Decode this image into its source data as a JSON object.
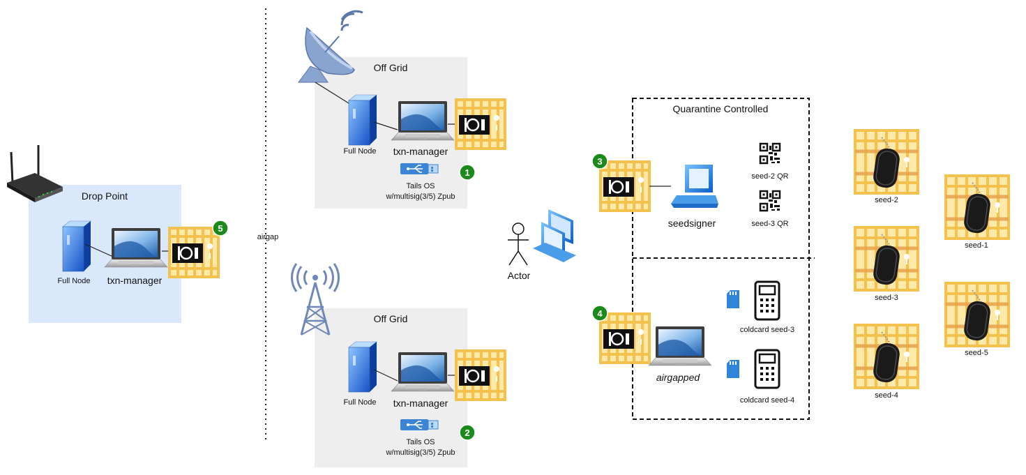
{
  "drop_point": {
    "title": "Drop Point",
    "full_node": "Full Node",
    "txn_manager": "txn-manager",
    "badge": "5"
  },
  "airgap": {
    "label": "airgap"
  },
  "off_grid_1": {
    "title": "Off Grid",
    "full_node": "Full Node",
    "txn_manager": "txn-manager",
    "tails_line1": "Tails OS",
    "tails_line2": "w/multisig(3/5) Zpub",
    "badge": "1"
  },
  "off_grid_2": {
    "title": "Off Grid",
    "full_node": "Full Node",
    "txn_manager": "txn-manager",
    "tails_line1": "Tails OS",
    "tails_line2": "w/multisig(3/5) Zpub",
    "badge": "2"
  },
  "actor": {
    "label": "Actor"
  },
  "quarantine": {
    "title": "Quarantine Controlled",
    "badge_3": "3",
    "seedsigner": "seedsigner",
    "seed2_qr": "seed-2 QR",
    "seed3_qr": "seed-3 QR",
    "badge_4": "4",
    "airgapped": "airgapped",
    "coldcard_seed3": "coldcard seed-3",
    "coldcard_seed4": "coldcard seed-4"
  },
  "seeds": {
    "seed1": "seed-1",
    "seed2": "seed-2",
    "seed3": "seed-3",
    "seed4": "seed-4",
    "seed5": "seed-5"
  },
  "colors": {
    "drop_point_bg": "#dae8fc",
    "off_grid_bg": "#eeeeee",
    "vault": "#ffd966",
    "vault_bars": "#f5c95a",
    "badge": "#1b8a1b",
    "device_blue": "#1f6fd1"
  }
}
